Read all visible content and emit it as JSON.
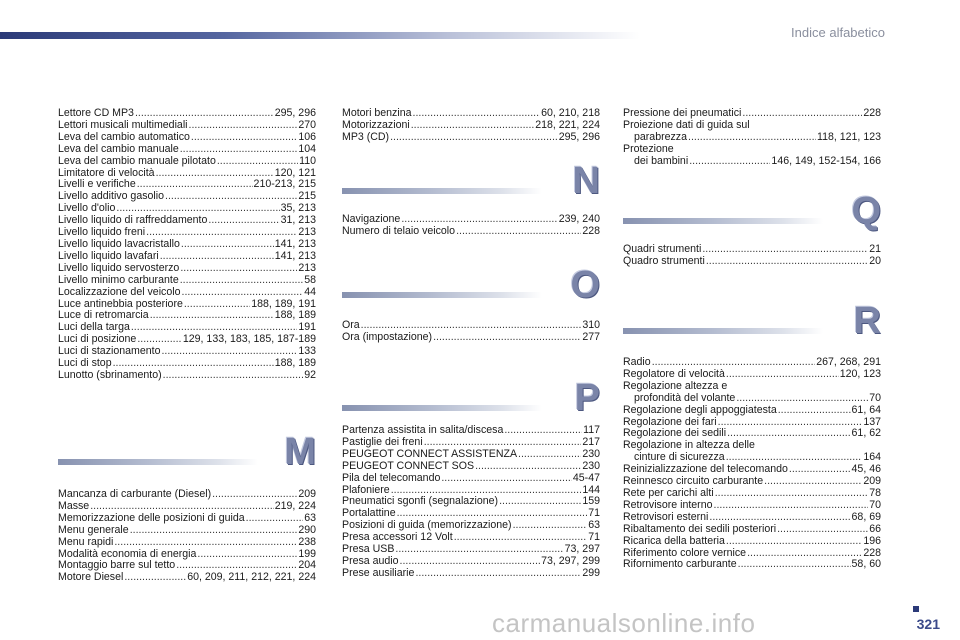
{
  "header": {
    "title": "Indice alfabetico"
  },
  "page_number": "321",
  "watermark": "carmanualsonline.info",
  "columns": [
    [
      {
        "kind": "entries",
        "items": [
          {
            "lines": [
              {
                "t": "Lettore CD MP3",
                "p": "295, 296"
              }
            ]
          },
          {
            "lines": [
              {
                "t": "Lettori musicali multimediali",
                "p": "270"
              }
            ]
          },
          {
            "lines": [
              {
                "t": "Leva del cambio automatico",
                "p": "106"
              }
            ]
          },
          {
            "lines": [
              {
                "t": "Leva del cambio manuale",
                "p": "104"
              }
            ]
          },
          {
            "lines": [
              {
                "t": "Leva del cambio manuale pilotato",
                "p": "110"
              }
            ]
          },
          {
            "lines": [
              {
                "t": "Limitatore di velocità",
                "p": "120, 121"
              }
            ]
          },
          {
            "lines": [
              {
                "t": "Livelli e verifiche",
                "p": "210-213, 215"
              }
            ]
          },
          {
            "lines": [
              {
                "t": "Livello additivo gasolio",
                "p": "215"
              }
            ]
          },
          {
            "lines": [
              {
                "t": "Livello d'olio",
                "p": "35, 213"
              }
            ]
          },
          {
            "lines": [
              {
                "t": "Livello liquido di raffreddamento",
                "p": "31, 213"
              }
            ]
          },
          {
            "lines": [
              {
                "t": "Livello liquido freni",
                "p": "213"
              }
            ]
          },
          {
            "lines": [
              {
                "t": "Livello liquido lavacristallo",
                "p": "141, 213"
              }
            ]
          },
          {
            "lines": [
              {
                "t": "Livello liquido lavafari",
                "p": "141, 213"
              }
            ]
          },
          {
            "lines": [
              {
                "t": "Livello liquido servosterzo",
                "p": "213"
              }
            ]
          },
          {
            "lines": [
              {
                "t": "Livello minimo carburante",
                "p": "58"
              }
            ]
          },
          {
            "lines": [
              {
                "t": "Localizzazione del veicolo",
                "p": "44"
              }
            ]
          },
          {
            "lines": [
              {
                "t": "Luce antinebbia posteriore",
                "p": "188, 189, 191"
              }
            ]
          },
          {
            "lines": [
              {
                "t": "Luce di retromarcia",
                "p": "188, 189"
              }
            ]
          },
          {
            "lines": [
              {
                "t": "Luci della targa",
                "p": "191"
              }
            ]
          },
          {
            "lines": [
              {
                "t": "Luci di posizione",
                "p": "129, 133, 183, 185, 187-189"
              }
            ]
          },
          {
            "lines": [
              {
                "t": "Luci di stazionamento",
                "p": "133"
              }
            ]
          },
          {
            "lines": [
              {
                "t": "Luci di stop",
                "p": "188, 189"
              }
            ]
          },
          {
            "lines": [
              {
                "t": "Lunotto (sbrinamento)",
                "p": "92"
              }
            ]
          }
        ]
      },
      {
        "kind": "section",
        "letter": "M"
      },
      {
        "kind": "entries",
        "items": [
          {
            "lines": [
              {
                "t": "Mancanza di carburante (Diesel)",
                "p": "209"
              }
            ]
          },
          {
            "lines": [
              {
                "t": "Masse",
                "p": "219, 224"
              }
            ]
          },
          {
            "lines": [
              {
                "t": "Memorizzazione delle posizioni di guida",
                "p": "63"
              }
            ]
          },
          {
            "lines": [
              {
                "t": "Menu generale",
                "p": "290"
              }
            ]
          },
          {
            "lines": [
              {
                "t": "Menu rapidi",
                "p": "238"
              }
            ]
          },
          {
            "lines": [
              {
                "t": "Modalità economia di energia",
                "p": "199"
              }
            ]
          },
          {
            "lines": [
              {
                "t": "Montaggio barre sul tetto",
                "p": "204"
              }
            ]
          },
          {
            "lines": [
              {
                "t": "Motore Diesel",
                "p": "60, 209, 211, 212, 221, 224"
              }
            ]
          }
        ]
      }
    ],
    [
      {
        "kind": "entries",
        "items": [
          {
            "lines": [
              {
                "t": "Motori benzina",
                "p": "60, 210, 218"
              }
            ]
          },
          {
            "lines": [
              {
                "t": "Motorizzazioni",
                "p": "218, 221, 224"
              }
            ]
          },
          {
            "lines": [
              {
                "t": "MP3 (CD)",
                "p": "295, 296"
              }
            ]
          }
        ]
      },
      {
        "kind": "section",
        "letter": "N"
      },
      {
        "kind": "entries",
        "items": [
          {
            "lines": [
              {
                "t": "Navigazione",
                "p": "239, 240"
              }
            ]
          },
          {
            "lines": [
              {
                "t": "Numero di telaio veicolo",
                "p": "228"
              }
            ]
          }
        ]
      },
      {
        "kind": "section",
        "letter": "O"
      },
      {
        "kind": "entries",
        "items": [
          {
            "lines": [
              {
                "t": "Ora",
                "p": "310"
              }
            ]
          },
          {
            "lines": [
              {
                "t": "Ora (impostazione)",
                "p": "277"
              }
            ]
          }
        ]
      },
      {
        "kind": "section",
        "letter": "P"
      },
      {
        "kind": "entries",
        "items": [
          {
            "lines": [
              {
                "t": "Partenza assistita in salita/discesa",
                "p": "117"
              }
            ]
          },
          {
            "lines": [
              {
                "t": "Pastiglie dei freni",
                "p": "217"
              }
            ]
          },
          {
            "lines": [
              {
                "t": "PEUGEOT CONNECT ASSISTENZA",
                "p": "230"
              }
            ]
          },
          {
            "lines": [
              {
                "t": "PEUGEOT CONNECT SOS",
                "p": "230"
              }
            ]
          },
          {
            "lines": [
              {
                "t": "Pila del telecomando",
                "p": "45-47"
              }
            ]
          },
          {
            "lines": [
              {
                "t": "Plafoniere",
                "p": "144"
              }
            ]
          },
          {
            "lines": [
              {
                "t": "Pneumatici sgonfi (segnalazione)",
                "p": "159"
              }
            ]
          },
          {
            "lines": [
              {
                "t": "Portalattine",
                "p": "71"
              }
            ]
          },
          {
            "lines": [
              {
                "t": "Posizioni di guida (memorizzazione)",
                "p": "63"
              }
            ]
          },
          {
            "lines": [
              {
                "t": "Presa accessori 12 Volt",
                "p": "71"
              }
            ]
          },
          {
            "lines": [
              {
                "t": "Presa USB",
                "p": "73, 297"
              }
            ]
          },
          {
            "lines": [
              {
                "t": "Presa audio",
                "p": "73, 297, 299"
              }
            ]
          },
          {
            "lines": [
              {
                "t": "Prese ausiliarie",
                "p": "299"
              }
            ]
          }
        ]
      }
    ],
    [
      {
        "kind": "entries",
        "items": [
          {
            "lines": [
              {
                "t": "Pressione dei pneumatici",
                "p": "228"
              }
            ]
          },
          {
            "lines": [
              {
                "t": "Proiezione dati di guida sul"
              },
              {
                "t": "parabrezza",
                "p": "118, 121, 123",
                "indent": true
              }
            ]
          },
          {
            "lines": [
              {
                "t": "Protezione"
              },
              {
                "t": "dei bambini",
                "p": "146, 149, 152-154, 166",
                "indent": true
              }
            ]
          }
        ]
      },
      {
        "kind": "section",
        "letter": "Q"
      },
      {
        "kind": "entries",
        "items": [
          {
            "lines": [
              {
                "t": "Quadri strumenti",
                "p": "21"
              }
            ]
          },
          {
            "lines": [
              {
                "t": "Quadro strumenti",
                "p": "20"
              }
            ]
          }
        ]
      },
      {
        "kind": "section",
        "letter": "R"
      },
      {
        "kind": "entries",
        "items": [
          {
            "lines": [
              {
                "t": "Radio",
                "p": "267, 268, 291"
              }
            ]
          },
          {
            "lines": [
              {
                "t": "Regolatore di velocità",
                "p": "120, 123"
              }
            ]
          },
          {
            "lines": [
              {
                "t": "Regolazione altezza e"
              },
              {
                "t": "profondità del volante",
                "p": "70",
                "indent": true
              }
            ]
          },
          {
            "lines": [
              {
                "t": "Regolazione degli appoggiatesta",
                "p": "61, 64"
              }
            ]
          },
          {
            "lines": [
              {
                "t": "Regolazione dei fari",
                "p": "137"
              }
            ]
          },
          {
            "lines": [
              {
                "t": "Regolazione dei sedili",
                "p": "61, 62"
              }
            ]
          },
          {
            "lines": [
              {
                "t": "Regolazione in altezza delle"
              },
              {
                "t": "cinture di sicurezza",
                "p": "164",
                "indent": true
              }
            ]
          },
          {
            "lines": [
              {
                "t": "Reinizializzazione del telecomando",
                "p": "45, 46"
              }
            ]
          },
          {
            "lines": [
              {
                "t": "Reinnesco circuito carburante",
                "p": "209"
              }
            ]
          },
          {
            "lines": [
              {
                "t": "Rete per carichi alti",
                "p": "78"
              }
            ]
          },
          {
            "lines": [
              {
                "t": "Retrovisore interno",
                "p": "70"
              }
            ]
          },
          {
            "lines": [
              {
                "t": "Retrovisori esterni",
                "p": "68, 69"
              }
            ]
          },
          {
            "lines": [
              {
                "t": "Ribaltamento dei sedili posteriori",
                "p": "66"
              }
            ]
          },
          {
            "lines": [
              {
                "t": "Ricarica della batteria",
                "p": "196"
              }
            ]
          },
          {
            "lines": [
              {
                "t": "Riferimento colore vernice",
                "p": "228"
              }
            ]
          },
          {
            "lines": [
              {
                "t": "Rifornimento carburante",
                "p": "58, 60"
              }
            ]
          }
        ]
      }
    ]
  ]
}
